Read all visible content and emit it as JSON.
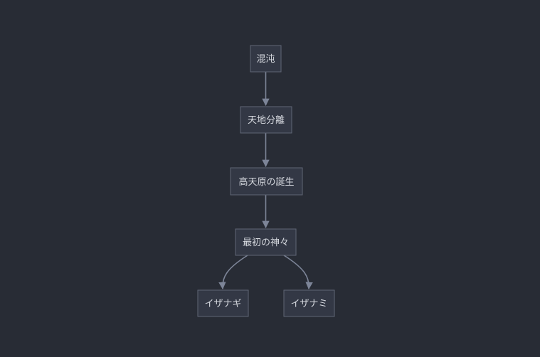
{
  "diagram": {
    "nodes": [
      {
        "id": "konton",
        "label": "混沌"
      },
      {
        "id": "tenchi",
        "label": "天地分離"
      },
      {
        "id": "takamagahara",
        "label": "高天原の誕生"
      },
      {
        "id": "saisho",
        "label": "最初の神々"
      },
      {
        "id": "izanagi",
        "label": "イザナギ"
      },
      {
        "id": "izanami",
        "label": "イザナミ"
      }
    ],
    "edges": [
      {
        "from": "konton",
        "to": "tenchi"
      },
      {
        "from": "tenchi",
        "to": "takamagahara"
      },
      {
        "from": "takamagahara",
        "to": "saisho"
      },
      {
        "from": "saisho",
        "to": "izanagi"
      },
      {
        "from": "saisho",
        "to": "izanami"
      }
    ]
  }
}
